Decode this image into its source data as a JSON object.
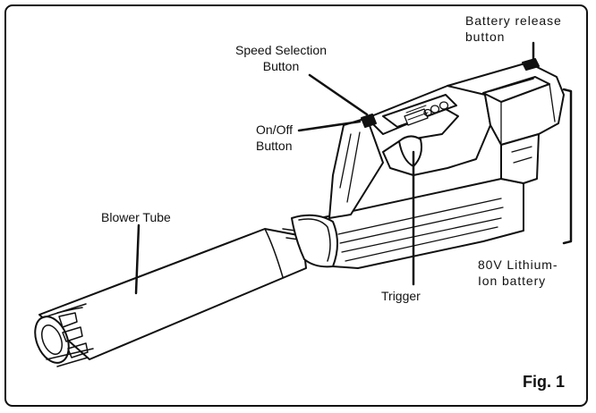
{
  "labels": {
    "battery_release": [
      "Battery release",
      "button"
    ],
    "speed_selection": [
      "Speed Selection",
      "Button"
    ],
    "on_off": [
      "On/Off",
      "Button"
    ],
    "blower_tube": "Blower Tube",
    "trigger": "Trigger",
    "battery": [
      "80V Lithium-",
      "Ion battery"
    ]
  },
  "figure": "Fig. 1"
}
